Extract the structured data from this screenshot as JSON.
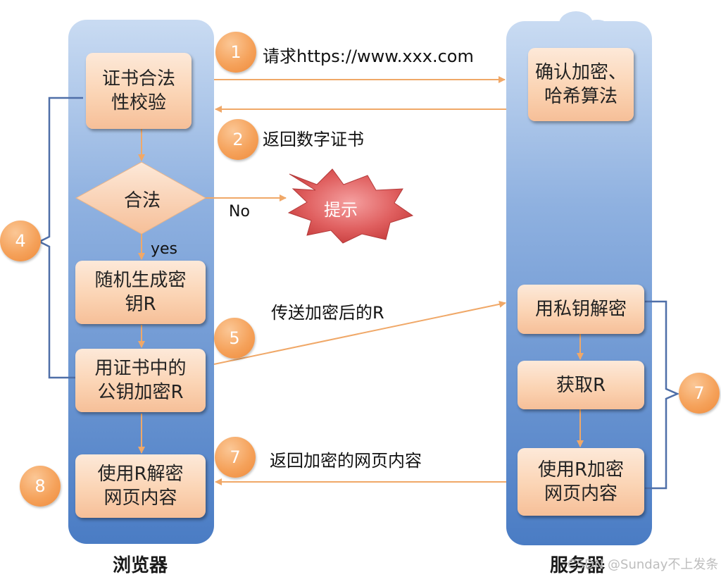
{
  "lanes": {
    "browser_label": "浏览器",
    "server_label": "服务器"
  },
  "steps": {
    "s1": {
      "badge": "1",
      "text": "请求https://www.xxx.com"
    },
    "s2": {
      "badge": "2",
      "text": "返回数字证书"
    },
    "s4": {
      "badge": "4"
    },
    "s5": {
      "badge": "5",
      "text": "传送加密后的R"
    },
    "s7_right": {
      "badge": "7"
    },
    "s7_bottom": {
      "badge": "7",
      "text": "返回加密的网页内容"
    },
    "s8": {
      "badge": "8"
    }
  },
  "browser_boxes": {
    "verify_cert": [
      "证书合法",
      "性校验"
    ],
    "gen_key": [
      "随机生成密",
      "钥R"
    ],
    "encrypt_key": [
      "用证书中的",
      "公钥加密R"
    ],
    "decrypt_page": [
      "使用R解密",
      "网页内容"
    ]
  },
  "decision": {
    "label": "合法",
    "no_label": "No",
    "yes_label": "yes"
  },
  "alert": {
    "label": "提示"
  },
  "server_boxes": {
    "confirm_algo": [
      "确认加密、",
      "哈希算法"
    ],
    "decrypt_key": "用私钥解密",
    "get_r": "获取R",
    "encrypt_page": [
      "使用R加密",
      "网页内容"
    ]
  },
  "watermark": "CSDN @Sunday不上发条",
  "colors": {
    "lane_top": "#c6d9f1",
    "lane_bottom": "#4f81bd",
    "arrow": "#f0a868",
    "bracket": "#4f6fa8",
    "badge": "#f5a25b",
    "alert_fill": "#e05a5a"
  }
}
